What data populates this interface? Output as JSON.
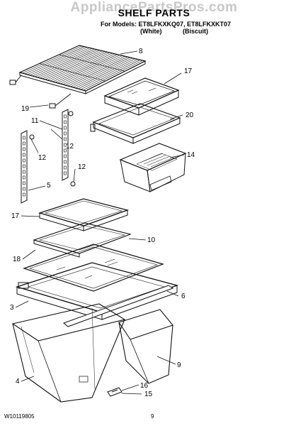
{
  "watermark": "AppliancePartsPros.com",
  "title": "SHELF PARTS",
  "models_line": "For Models: ET8LFKXKQ07, ET8LFKXKT07",
  "variants": [
    "(White)",
    "(Biscuit)"
  ],
  "callouts": [
    "8",
    "17",
    "19",
    "20",
    "11",
    "14",
    "12",
    "12",
    "12",
    "5",
    "17",
    "10",
    "18",
    "6",
    "3",
    "9",
    "16",
    "15",
    "4"
  ],
  "footer": {
    "code": "W10119805",
    "page": "9"
  },
  "colors": {
    "line": "#111111",
    "watermark": "#c8c8c8"
  }
}
